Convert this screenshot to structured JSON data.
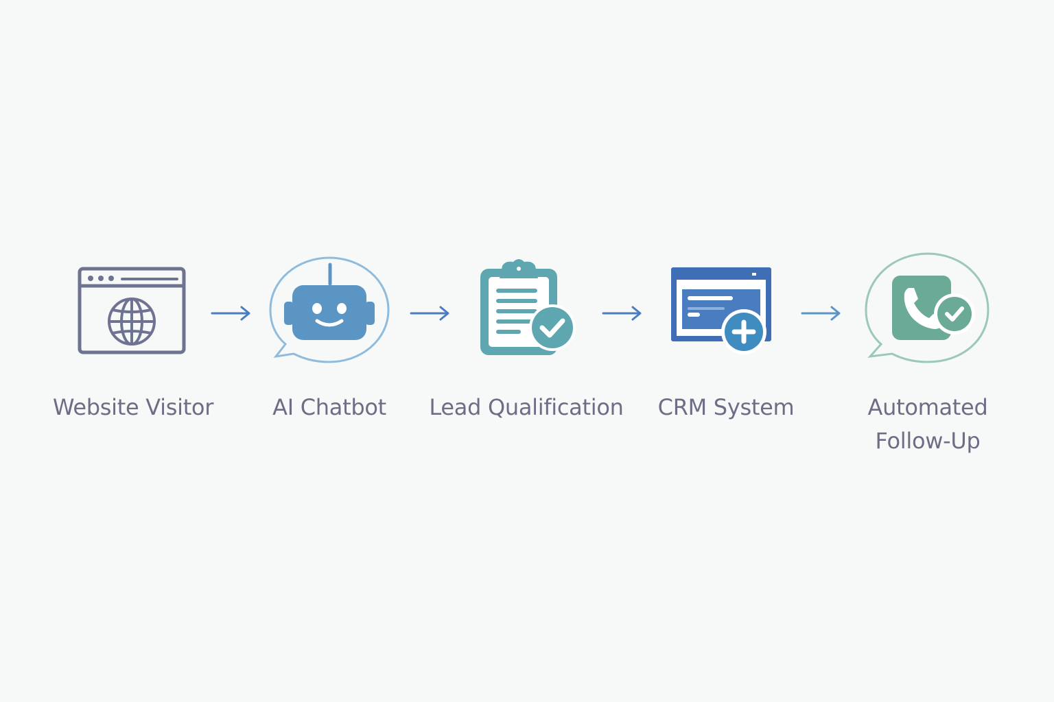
{
  "steps": [
    {
      "label": "Website Visitor",
      "icon": "browser-globe-icon"
    },
    {
      "label": "AI Chatbot",
      "icon": "chatbot-robot-icon"
    },
    {
      "label": "Lead Qualification",
      "icon": "clipboard-check-icon"
    },
    {
      "label": "CRM System",
      "icon": "crm-window-plus-icon"
    },
    {
      "label": "Automated\nFollow-Up",
      "icon": "phone-check-icon"
    }
  ],
  "colors": {
    "background": "#f7f8f8",
    "label": "#6b6e85",
    "browser": "#6d7390",
    "robot": "#5a95c4",
    "clipboard": "#5fa7b0",
    "crm": "#3f6db6",
    "phone": "#6aaa97",
    "arrow": "#4a7cc0"
  }
}
